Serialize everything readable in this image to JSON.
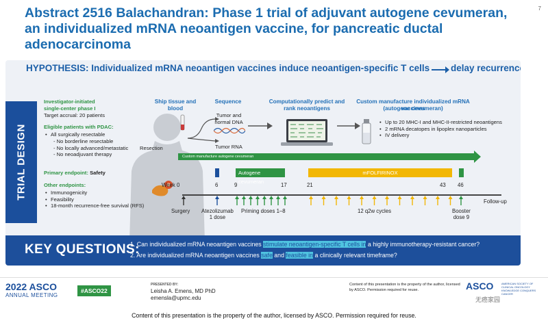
{
  "slide": {
    "title": "Abstract 2516 Balachandran: Phase 1 trial of adjuvant autogene cevumeran, an individualized mRNA neoantigen vaccine, for pancreatic ductal adenocarcinoma",
    "slide_number": "7"
  },
  "hypothesis": {
    "text": "HYPOTHESIS: Individualized mRNA neoantigen vaccines induce neoantigen-specific T cells",
    "result": "delay recurrence"
  },
  "trial_design_label": "TRIAL DESIGN",
  "left_panel": {
    "study_type_l1": "Investigator-initiated",
    "study_type_l2": "single-center phase I",
    "target_accrual": "Target accrual: 20 patients",
    "eligible_heading": "Eligible patients with PDAC:",
    "eligible_main": "All surgically resectable",
    "eligible_sub": [
      "No borderline resectable",
      "No locally advanced/metastatic",
      "No neoadjuvant therapy"
    ],
    "primary_label": "Primary endpoint:",
    "primary_value": "Safety",
    "other_heading": "Other endpoints:",
    "other_items": [
      "Immunogenicity",
      "Feasibility",
      "18-month recurrence-free survival (RFS)"
    ]
  },
  "workflow": {
    "ship": "Ship tissue and blood",
    "resection": "Resection",
    "sequence": "Sequence",
    "tumor_normal_dna": "Tumor and normal DNA",
    "tumor_rna": "Tumor RNA",
    "predict": "Computationally predict and rank neoantigens",
    "manufacture_heading": "Custom manufacture individualized mRNA vaccines",
    "manufacture_sub": "(autogene cevumeran)",
    "vaccine_features": [
      "Up to 20 MHC-I and MHC-II-restricted neoantigens",
      "2 mRNA decatopes in lipoplex nanoparticles",
      "IV delivery"
    ],
    "manufacture_bar": "Custom manufacture autogene cevumeran"
  },
  "timeline": {
    "week_label": "Week 0",
    "weeks": [
      "6",
      "9",
      "17",
      "21",
      "43",
      "46"
    ],
    "autogene_bar": "Autogene cevumeran",
    "mfolfirinox_bar": "mFOLFIRINOX",
    "events": {
      "surgery": "Surgery",
      "atezolizumab_l1": "Atezolizumab",
      "atezolizumab_l2": "1 dose",
      "priming": "Priming doses 1–8",
      "cycles": "12 q2w cycles",
      "booster_l1": "Booster",
      "booster_l2": "dose 9",
      "followup": "Follow-up"
    }
  },
  "key_questions": {
    "title": "KEY QUESTIONS:",
    "q1_pre": "1. Can individualized mRNA neoantigen vaccines ",
    "q1_hl": "stimulate neoantigen-specific T cells in",
    "q1_post": " a highly immunotherapy-resistant cancer?",
    "q2_pre": "2. Are individualized mRNA neoantigen vaccines ",
    "q2_hl1": "safe",
    "q2_mid": " and ",
    "q2_hl2": "feasible in",
    "q2_post": " a clinically relevant timeframe?"
  },
  "footer": {
    "year": "2022",
    "asco": "ASCO",
    "annual_meeting": "ANNUAL MEETING",
    "hashtag": "#ASCO22",
    "presented_by": "PRESENTED BY:",
    "presenter_name": "Leisha A. Emens, MD PhD",
    "presenter_email": "emensla@upmc.edu",
    "copyright_small": "Content of this presentation is the property of the author, licensed by ASCO. Permission required for reuse.",
    "asco_right": "ASCO",
    "asco_right_sub": "AMERICAN SOCIETY OF CLINICAL ONCOLOGY KNOWLEDGE CONQUERS CANCER",
    "watermark": "无癌家园",
    "bottom_caption": "Content of this presentation is the property of the author, licensed by ASCO. Permission required for reuse."
  },
  "colors": {
    "title_blue": "#1b6cb0",
    "band_blue": "#1d4f9b",
    "green": "#2f9444",
    "gold": "#f2b705",
    "highlight": "#4fc3e0"
  }
}
